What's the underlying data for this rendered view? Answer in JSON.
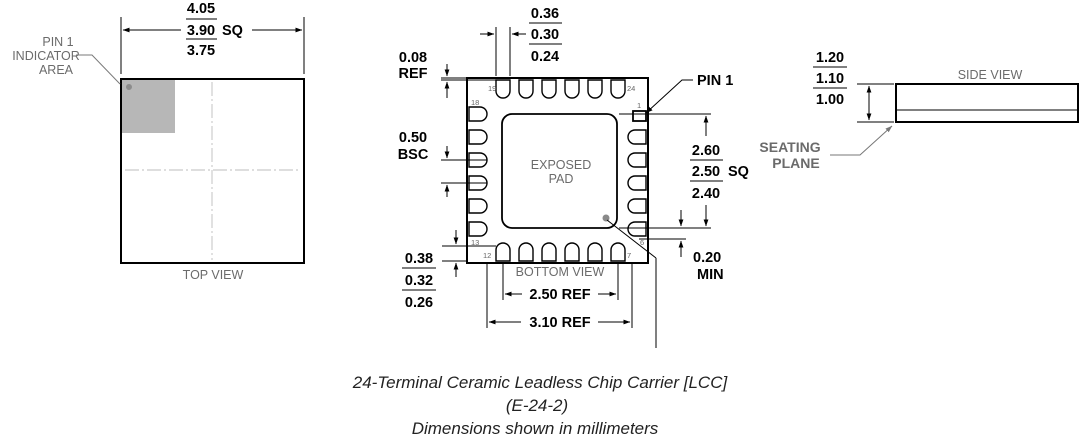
{
  "top_view": {
    "dim_max": "4.05",
    "dim_nom": "3.90",
    "dim_sq": "SQ",
    "dim_min": "3.75",
    "pin1_label_1": "PIN 1",
    "pin1_label_2": "INDICATOR",
    "pin1_label_3": "AREA",
    "view_label": "TOP VIEW"
  },
  "bottom_view": {
    "lead_width_max": "0.36",
    "lead_width_nom": "0.30",
    "lead_width_min": "0.24",
    "ref_value": "0.08",
    "ref_label": "REF",
    "pitch_value": "0.50",
    "pitch_label": "BSC",
    "pin1_label": "PIN 1",
    "pad_max": "2.60",
    "pad_nom": "2.50",
    "pad_sq": "SQ",
    "pad_min": "2.40",
    "lead_len_max": "0.38",
    "lead_len_nom": "0.32",
    "lead_len_min": "0.26",
    "clearance_value": "0.20",
    "clearance_label": "MIN",
    "ref_span_inner": "2.50 REF",
    "ref_span_outer": "3.10 REF",
    "exposed_pad_1": "EXPOSED",
    "exposed_pad_2": "PAD",
    "view_label": "BOTTOM VIEW",
    "pin_numbers": {
      "p1": "1",
      "p6": "6",
      "p7": "7",
      "p12": "12",
      "p13": "13",
      "p18": "18",
      "p19": "19",
      "p24": "24"
    }
  },
  "side_view": {
    "height_max": "1.20",
    "height_nom": "1.10",
    "height_min": "1.00",
    "view_label": "SIDE VIEW",
    "seating_1": "SEATING",
    "seating_2": "PLANE"
  },
  "caption": {
    "line1": "24-Terminal Ceramic Leadless Chip Carrier [LCC]",
    "line2": "(E-24-2)",
    "line3": "Dimensions shown in millimeters"
  }
}
